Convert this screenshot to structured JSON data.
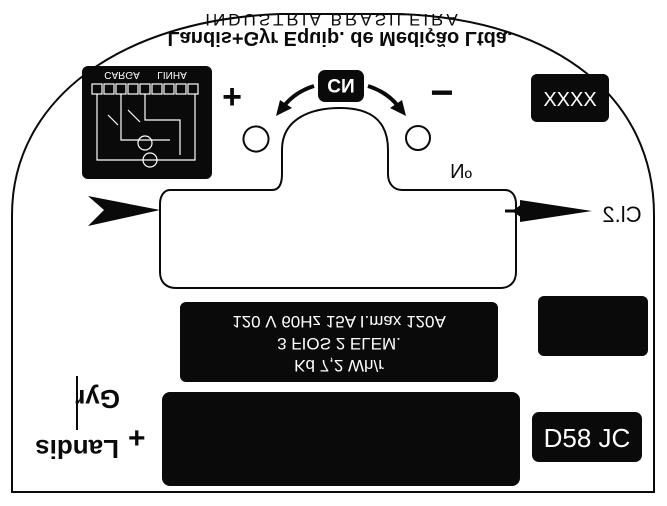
{
  "header": {
    "country_line": "INDUSTRIA BRASILEIRA",
    "company_line": "Landis+Gyr Equip. de Medição Ltda."
  },
  "diagram": {
    "line_label": "LINHA",
    "load_label": "CARGA"
  },
  "terminals": {
    "plus_symbol": "+",
    "minus_symbol": "−",
    "direction_label": "CN"
  },
  "boxes": {
    "serial_placeholder": "XXXX",
    "number_label": "Nº",
    "model": "D58 JC"
  },
  "accuracy_class": "Cl.2",
  "specs": {
    "line1": "Kd 7,2 Wh/r",
    "line2": "3 FIOS 2 ELEM.",
    "line3": "120 V 60Hz 15A I.max 120A"
  },
  "logo": {
    "text": "Landis+Gyr"
  },
  "colors": {
    "ink": "#0a0a0a",
    "paper": "#ffffff",
    "box_text": "#ffffff"
  }
}
